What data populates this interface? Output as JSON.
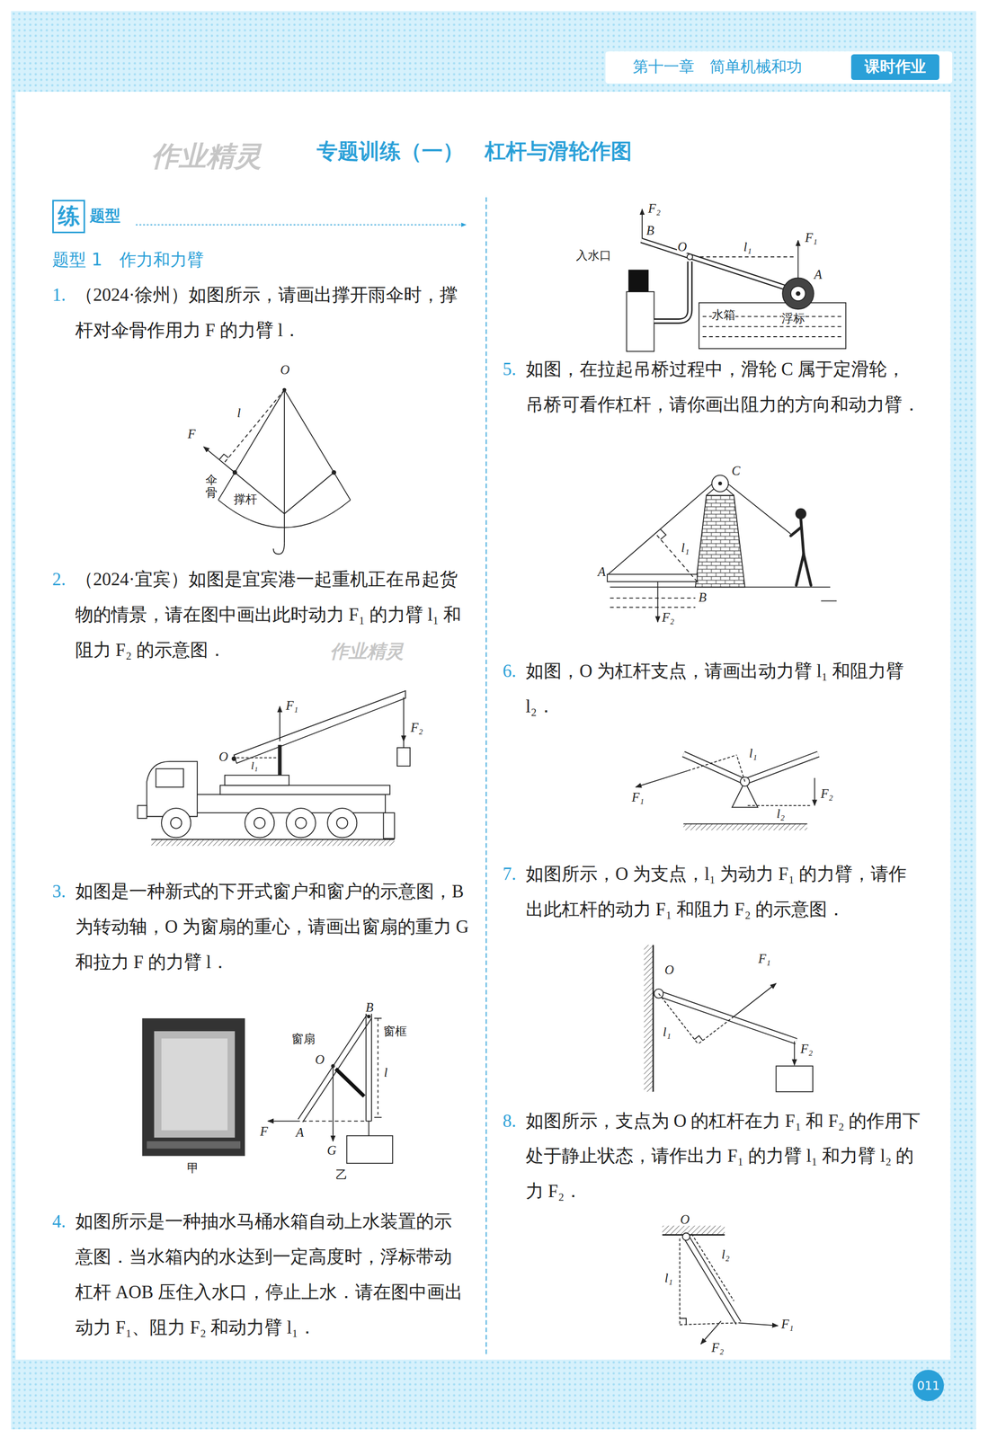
{
  "diagram": {
    "title": "专题训练（一）　杠杆与滑轮作图",
    "nodes": [
      {
        "text": [
          "课时作业"
        ]
      },
      {
        "text": [
          "练"
        ]
      },
      {
        "text": [
          "011"
        ]
      }
    ],
    "labels": [
      "第十一章　简单机械和功",
      "作业精灵",
      "题型",
      "题型 1　作力和力臂",
      "1.",
      "（2024·徐州）如图所示，请画出撑开雨伞时，撑杆对伞骨作用力 F 的力臂 l．",
      "O",
      "l",
      "F",
      "伞骨",
      "撑杆",
      "2.",
      "（2024·宜宾）如图是宜宾港一起重机正在吊起货物的情景，请在图中画出此时动力 F₁ 的力臂 l₁ 和阻力 F₂ 的示意图．",
      "F₁",
      "F₂",
      "O",
      "l₁",
      "作业精灵",
      "3.",
      "如图是一种新式的下开式窗户和窗户的示意图，B 为转动轴，O 为窗扇的重心，请画出窗扇的重力 G 和拉力 F 的力臂 l．",
      "B",
      "窗框",
      "窗扇",
      "O",
      "l",
      "F",
      "A",
      "G",
      "甲",
      "乙",
      "4.",
      "如图所示是一种抽水马桶水箱自动上水装置的示意图．当水箱内的水达到一定高度时，浮标带动杠杆 AOB 压住入水口，停止上水．请在图中画出动力 F₁、阻力 F₂ 和动力臂 l₁．",
      "F₂",
      "B",
      "O",
      "l₁",
      "F₁",
      "入水口",
      "A",
      "水箱",
      "浮标",
      "5.",
      "如图，在拉起吊桥过程中，滑轮 C 属于定滑轮，吊桥可看作杠杆，请你画出阻力的方向和动力臂．",
      "C",
      "l₁",
      "A",
      "B",
      "F₂",
      "6.",
      "如图，O 为杠杆支点，请画出动力臂 l₁ 和阻力臂 l₂．",
      "l₁",
      "F₁",
      "F₂",
      "l₂",
      "7.",
      "如图所示，O 为支点，l₁ 为动力 F₁ 的力臂，请作出此杠杆的动力 F₁ 和阻力 F₂ 的示意图．",
      "O",
      "F₁",
      "l₁",
      "F₂",
      "8.",
      "如图所示，支点为 O 的杠杆在力 F₁ 和 F₂ 的作用下处于静止状态，请作出力 F₁ 的力臂 l₁ 和力臂 l₂ 的力 F₂．",
      "O",
      "l₂",
      "l₁",
      "F₁",
      "F₂"
    ]
  }
}
